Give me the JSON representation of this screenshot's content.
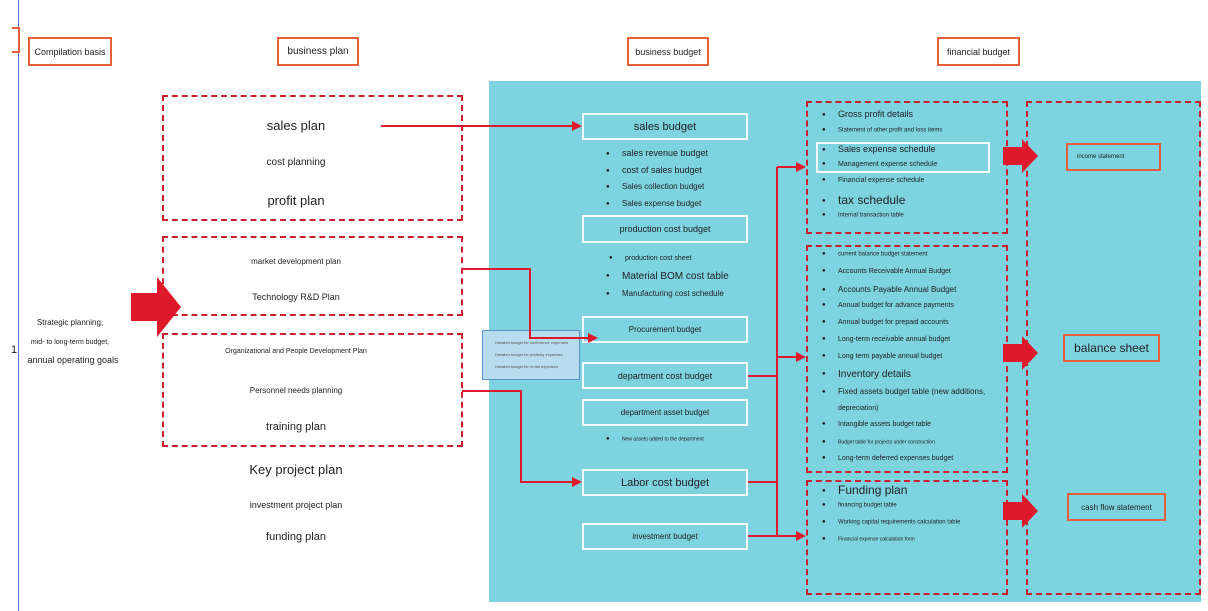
{
  "headers": {
    "compilation_basis": "Compilation basis",
    "business_plan": "business plan",
    "business_budget": "business budget",
    "financial_budget": "financial budget"
  },
  "left": {
    "line1": "Strategic planning,",
    "line2": "mid- to long-term budget,",
    "line3": "annual operating goals",
    "stray_glyph": "1"
  },
  "plans": {
    "sales_plan": "sales plan",
    "cost_planning": "cost planning",
    "profit_plan": "profit plan",
    "market_development_plan": "market development plan",
    "technology_rd_plan": "Technology R&D Plan",
    "org_people_plan": "Organizational and People Development Plan",
    "personnel_needs_planning": "Personnel needs planning",
    "training_plan": "training plan",
    "key_project_plan": "Key project plan",
    "investment_project_plan": "investment project plan",
    "funding_plan": "funding plan"
  },
  "budgets": {
    "sales_budget": "sales budget",
    "sales_items": [
      "sales revenue budget",
      "cost of sales budget",
      "Sales collection budget",
      "Sales expense budget"
    ],
    "production_cost_budget": "production cost budget",
    "production_items": [
      "production cost sheet",
      "Material BOM cost table",
      "Manufacturing cost schedule"
    ],
    "procurement_budget": "Procurement budget",
    "department_cost_budget": "department cost budget",
    "department_asset_budget": "department asset budget",
    "department_asset_items": [
      "New assets added to the department"
    ],
    "labor_cost_budget": "Labor cost budget",
    "investment_budget": "investment budget",
    "popup_items": [
      "Detailed budget for conference expenses",
      "Detailed budget for publicity expenses",
      "Detailed budget for rental expenses"
    ]
  },
  "financial": {
    "group1": [
      "Gross profit details",
      "Statement of other profit and loss items",
      "Sales expense schedule",
      "Management expense schedule",
      "Financial expense schedule",
      "tax schedule",
      "Internal transaction table"
    ],
    "group2": [
      "current balance budget statement",
      "Accounts Receivable Annual Budget",
      "Accounts Payable Annual Budget",
      "Annual budget for advance payments",
      "Annual budget for prepaid accounts",
      "Long-term receivable annual budget",
      "Long term payable annual budget",
      "Inventory details",
      "Fixed assets budget table (new additions,",
      "depreciation)",
      "Intangible assets budget table",
      "Budget table for projects under construction",
      "Long-term deferred expenses budget"
    ],
    "group3": [
      "Funding plan",
      "financing budget table",
      "Working capital requirements calculation table",
      "Financial expense calculation form"
    ]
  },
  "statements": {
    "income_statement": "income statement",
    "balance_sheet": "balance sheet",
    "cash_flow_statement": "cash flow statement"
  },
  "colors": {
    "cyan_panel": "#7dd3e0",
    "dashed_red": "#c8202d",
    "arrow_red": "#e0182c",
    "header_border": "#e5603a"
  }
}
